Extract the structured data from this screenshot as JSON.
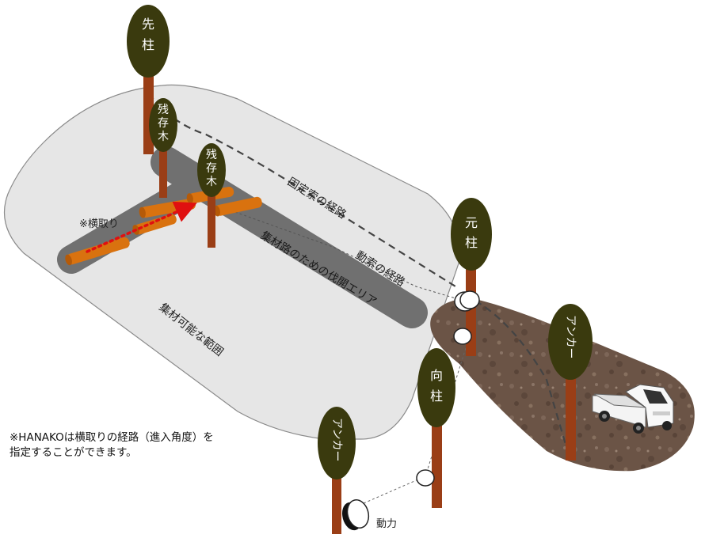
{
  "labels": {
    "saki_bashira": [
      "先",
      "柱"
    ],
    "zanzon_1": [
      "残",
      "存",
      "木"
    ],
    "zanzon_2": [
      "残",
      "存",
      "木"
    ],
    "moto_bashira": [
      "元",
      "柱"
    ],
    "muke_bashira": [
      "向",
      "柱"
    ],
    "anchor_right": "アンカー",
    "anchor_bottom": "アンカー",
    "koteisaku": "固定索の経路",
    "dousaku": "動索の経路",
    "bakkai_area": "集材路のための伐開エリア",
    "shuzai_range": "集材可能な範囲",
    "yokodori": "※横取り",
    "douryoku": "動力"
  },
  "note": {
    "line1": "※HANAKOは横取りの経路（進入角度）を",
    "line2": "指定することができます。"
  },
  "colors": {
    "canopy": "#3a3a0e",
    "trunk": "#9a3e16",
    "area": "#e6e6e6",
    "corridor": "#6e6e6e",
    "log": "#d9720f",
    "arrow": "#e01010",
    "ground": "#6b5446"
  }
}
